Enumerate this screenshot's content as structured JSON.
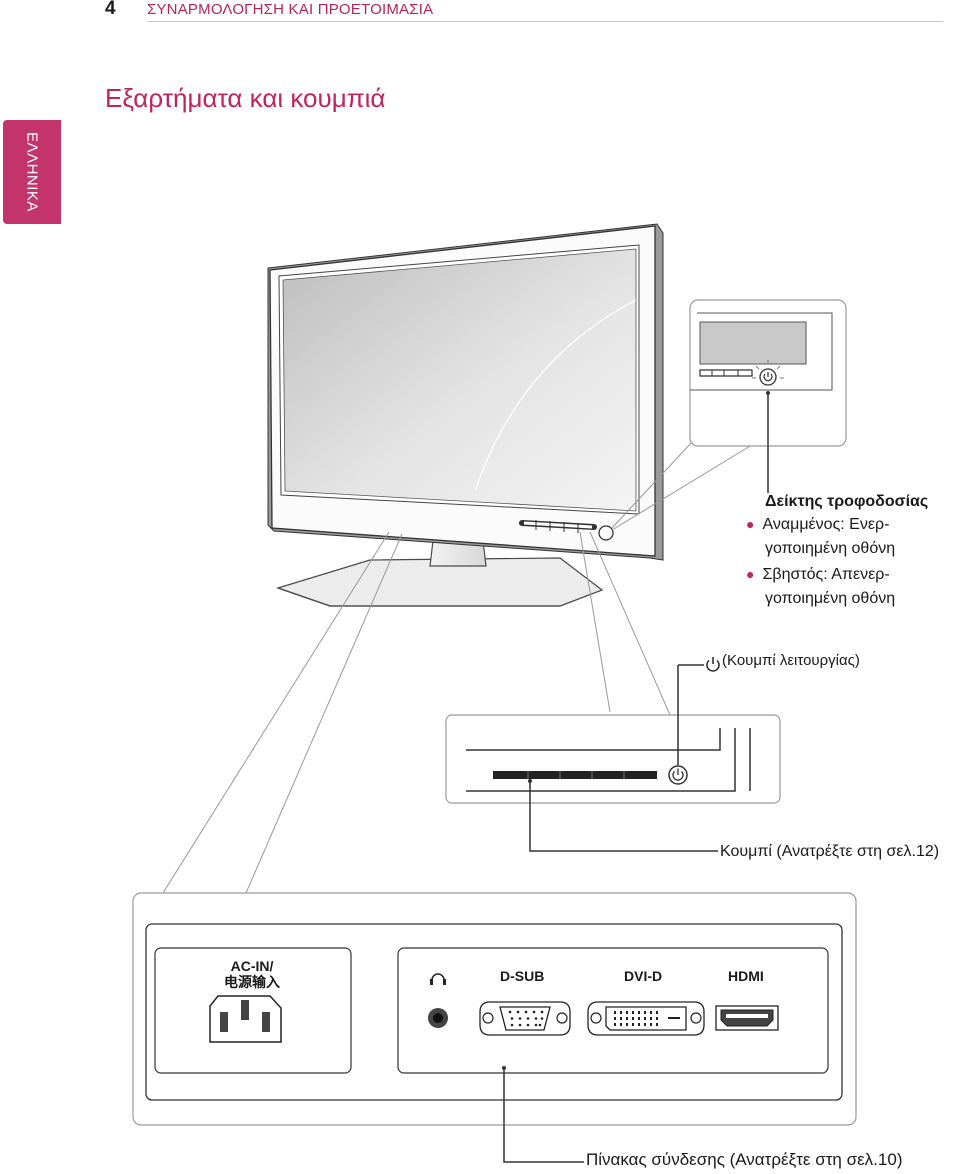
{
  "header": {
    "page_number": "4",
    "chapter_title": "ΣΥΝΑΡΜΟΛΟΓΗΣΗ ΚΑΙ ΠΡΟΕΤΟΙΜΑΣΙΑ"
  },
  "section_title": "Εξαρτήματα και κουμπιά",
  "language_tab": "ΕΛΛΗΝΙΚΑ",
  "power_indicator": {
    "title": "Δείκτης τροφοδοσίας",
    "on_line1": "Αναμμένος: Ενερ-",
    "on_line2": "γοποιημένη οθόνη",
    "off_line1": "Σβηστός: Απενερ-",
    "off_line2": "γοποιημένη οθόνη"
  },
  "power_button_label": "(Κουμπί λειτουργίας)",
  "buttons_label": "Κουμπί (Ανατρέξτε στη σελ.12)",
  "connection_panel_label": "Πίνακας σύνδεσης (Ανατρέξτε στη σελ.10)",
  "ports": {
    "ac_in_line1": "AC-IN/",
    "ac_in_line2": "电源输入",
    "dsub": "D-SUB",
    "dvid": "DVI-D",
    "hdmi": "HDMI"
  },
  "colors": {
    "accent": "#c0245e",
    "tab": "#c2346a"
  },
  "icons": [
    "power-icon",
    "headphone-icon"
  ]
}
